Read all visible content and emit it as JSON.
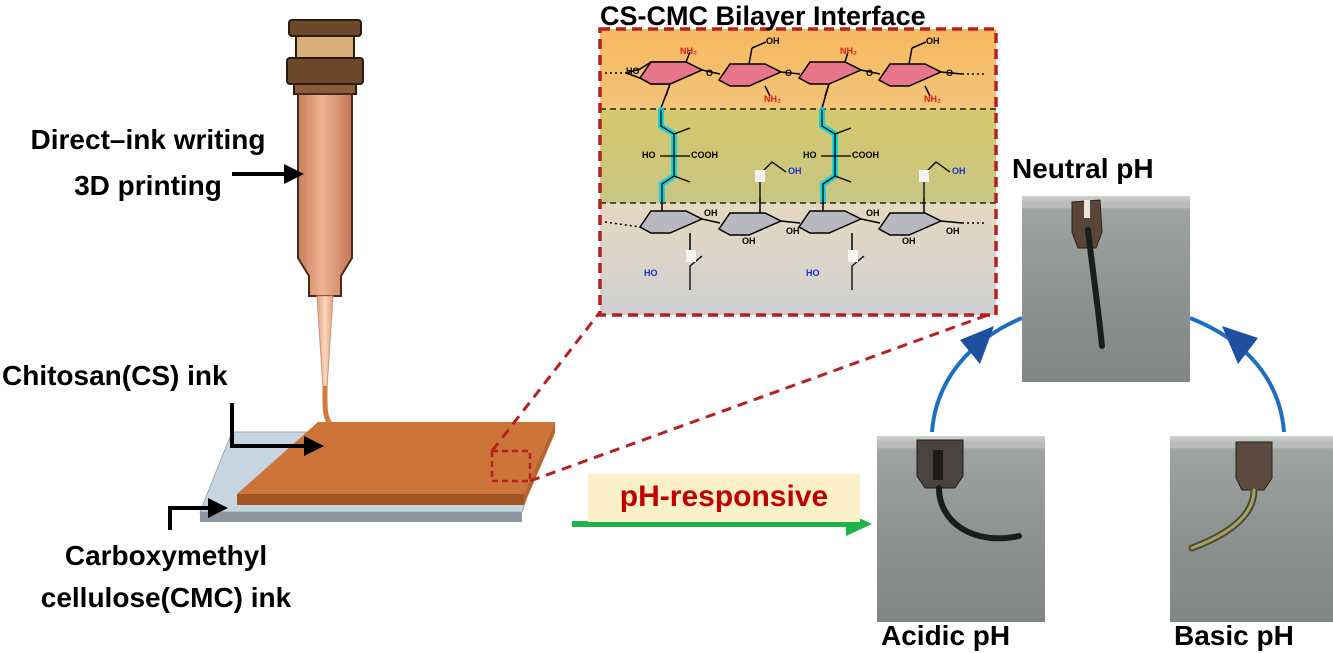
{
  "labels": {
    "diw_line1": "Direct–ink writing",
    "diw_line2": "3D printing",
    "cs_ink": "Chitosan(CS) ink",
    "cmc_line1": "Carboxymethyl",
    "cmc_line2": "cellulose(CMC) ink",
    "interface_title": "CS-CMC Bilayer Interface",
    "ph_responsive": "pH-responsive",
    "neutral": "Neutral pH",
    "acidic": "Acidic pH",
    "basic": "Basic pH"
  },
  "chem": {
    "nh2": "NH₂",
    "oh": "OH",
    "ho": "HO",
    "o": "O",
    "cooh": "COOH"
  },
  "colors": {
    "cs_layer": "#f7c170",
    "crosslink_layer": "#c8c774",
    "cmc_layer": "#d4d0ca",
    "dash_border": "#b52020",
    "citrate": "#00d4e8",
    "nh2_red": "#d81c1c",
    "carboxyl_blue": "#1c2ec8",
    "arrow_green": "#1db24a",
    "arc_blue": "#1f6fbf",
    "print_orange": "#d37a3c"
  }
}
